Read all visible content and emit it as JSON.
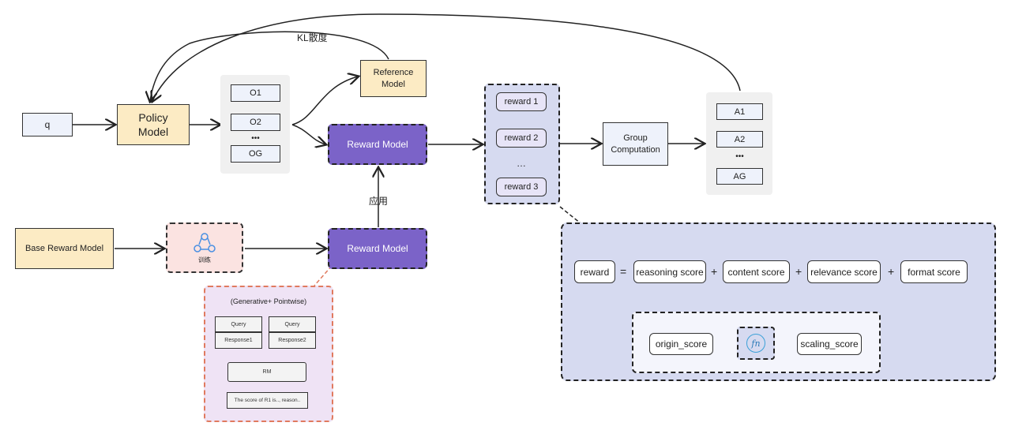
{
  "nodes": {
    "q": "q",
    "policy_model": "Policy\nModel",
    "reference_model": "Reference\nModel",
    "reward_model_top": "Reward Model",
    "reward_model_bottom": "Reward Model",
    "base_reward_model": "Base Reward Model",
    "train_label": "训练",
    "group_computation": "Group\nComputation"
  },
  "outputs": [
    "O1",
    "O2",
    "•••",
    "OG"
  ],
  "rewards": [
    "reward 1",
    "reward 2",
    "…",
    "reward 3"
  ],
  "advantages": [
    "A1",
    "A2",
    "•••",
    "AG"
  ],
  "edge_labels": {
    "kl": "KL散度",
    "apply": "应用"
  },
  "formula": {
    "lhs": "reward",
    "equals": "=",
    "terms": [
      "reasoning score",
      "content score",
      "relevance score",
      "format score"
    ],
    "plus": "+"
  },
  "scaling": {
    "origin": "origin_score",
    "fn": "fn",
    "scaled": "scaling_score"
  },
  "genrm": {
    "title": "(Generative+ Pointwise)",
    "query1": "Query",
    "response1": "Response1",
    "query2": "Query",
    "response2": "Response2",
    "rm": "RM",
    "output": "The score of R1 is.., reason.."
  }
}
